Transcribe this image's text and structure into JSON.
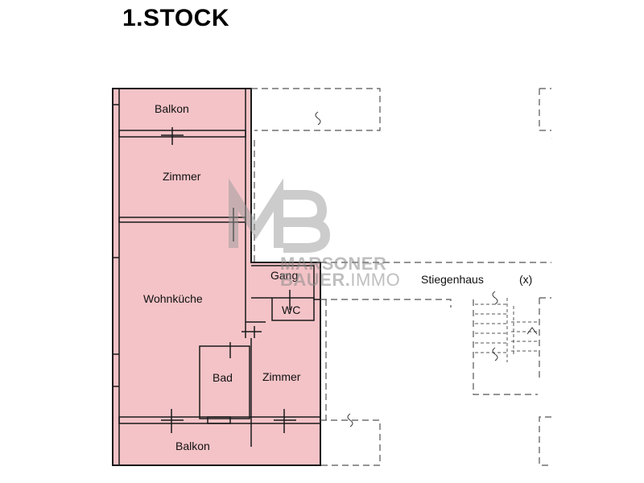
{
  "title": "1.STOCK",
  "rooms": {
    "balkon_top": "Balkon",
    "zimmer_top": "Zimmer",
    "wohnkueche": "Wohnküche",
    "gang": "Gang",
    "wc": "WC",
    "bad": "Bad",
    "zimmer_bottom": "Zimmer",
    "balkon_bottom": "Balkon"
  },
  "stairwell": {
    "label": "Stiegenhaus",
    "marker": "(x)"
  },
  "watermark": {
    "monogram": "MB",
    "line1": "MARSONER",
    "line2_bold": "BAUER.",
    "line2_thin": "IMMO"
  },
  "colors": {
    "apartment_fill": "#f4c3c7",
    "wall": "#1a1a1a",
    "watermark": "#8c8c8c"
  }
}
